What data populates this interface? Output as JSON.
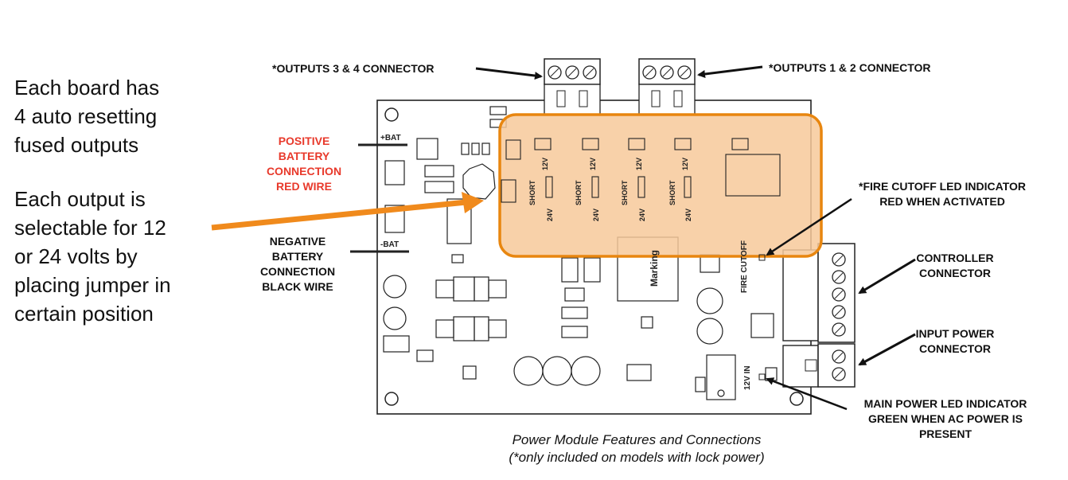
{
  "side_text": {
    "paragraph_1": [
      "Each board has",
      "4 auto resetting",
      "fused outputs"
    ],
    "paragraph_2": [
      "Each output is",
      "selectable for 12",
      "or 24 volts by",
      "placing jumper in",
      "certain position"
    ]
  },
  "callouts": {
    "outputs_3_4": "*OUTPUTS 3 & 4 CONNECTOR",
    "outputs_1_2": "*OUTPUTS 1 & 2 CONNECTOR",
    "positive_battery": [
      "POSITIVE",
      "BATTERY",
      "CONNECTION",
      "RED WIRE"
    ],
    "negative_battery": [
      "NEGATIVE",
      "BATTERY",
      "CONNECTION",
      "BLACK WIRE"
    ],
    "fire_cutoff": [
      "*FIRE CUTOFF LED INDICATOR",
      "RED WHEN ACTIVATED"
    ],
    "controller": [
      "CONTROLLER",
      "CONNECTOR"
    ],
    "input_power": [
      "INPUT POWER",
      "CONNECTOR"
    ],
    "main_power_led": [
      "MAIN POWER LED INDICATOR",
      "GREEN WHEN AC POWER IS",
      "PRESENT"
    ]
  },
  "board_labels": {
    "pos_bat": "+BAT",
    "neg_bat": "-BAT",
    "short": "SHORT",
    "v12": "12V",
    "v24": "24V",
    "fire_cutoff": "FIRE CUTOFF",
    "v12_in": "12V IN",
    "marking": "Marking"
  },
  "caption": [
    "Power Module Features and Connections",
    "(*only included on models with lock power)"
  ],
  "colors": {
    "highlight_fill": "#f7c99a",
    "highlight_stroke": "#e8860f",
    "pointer_arrow": "#f08a1c",
    "positive_label": "#e8392b"
  }
}
